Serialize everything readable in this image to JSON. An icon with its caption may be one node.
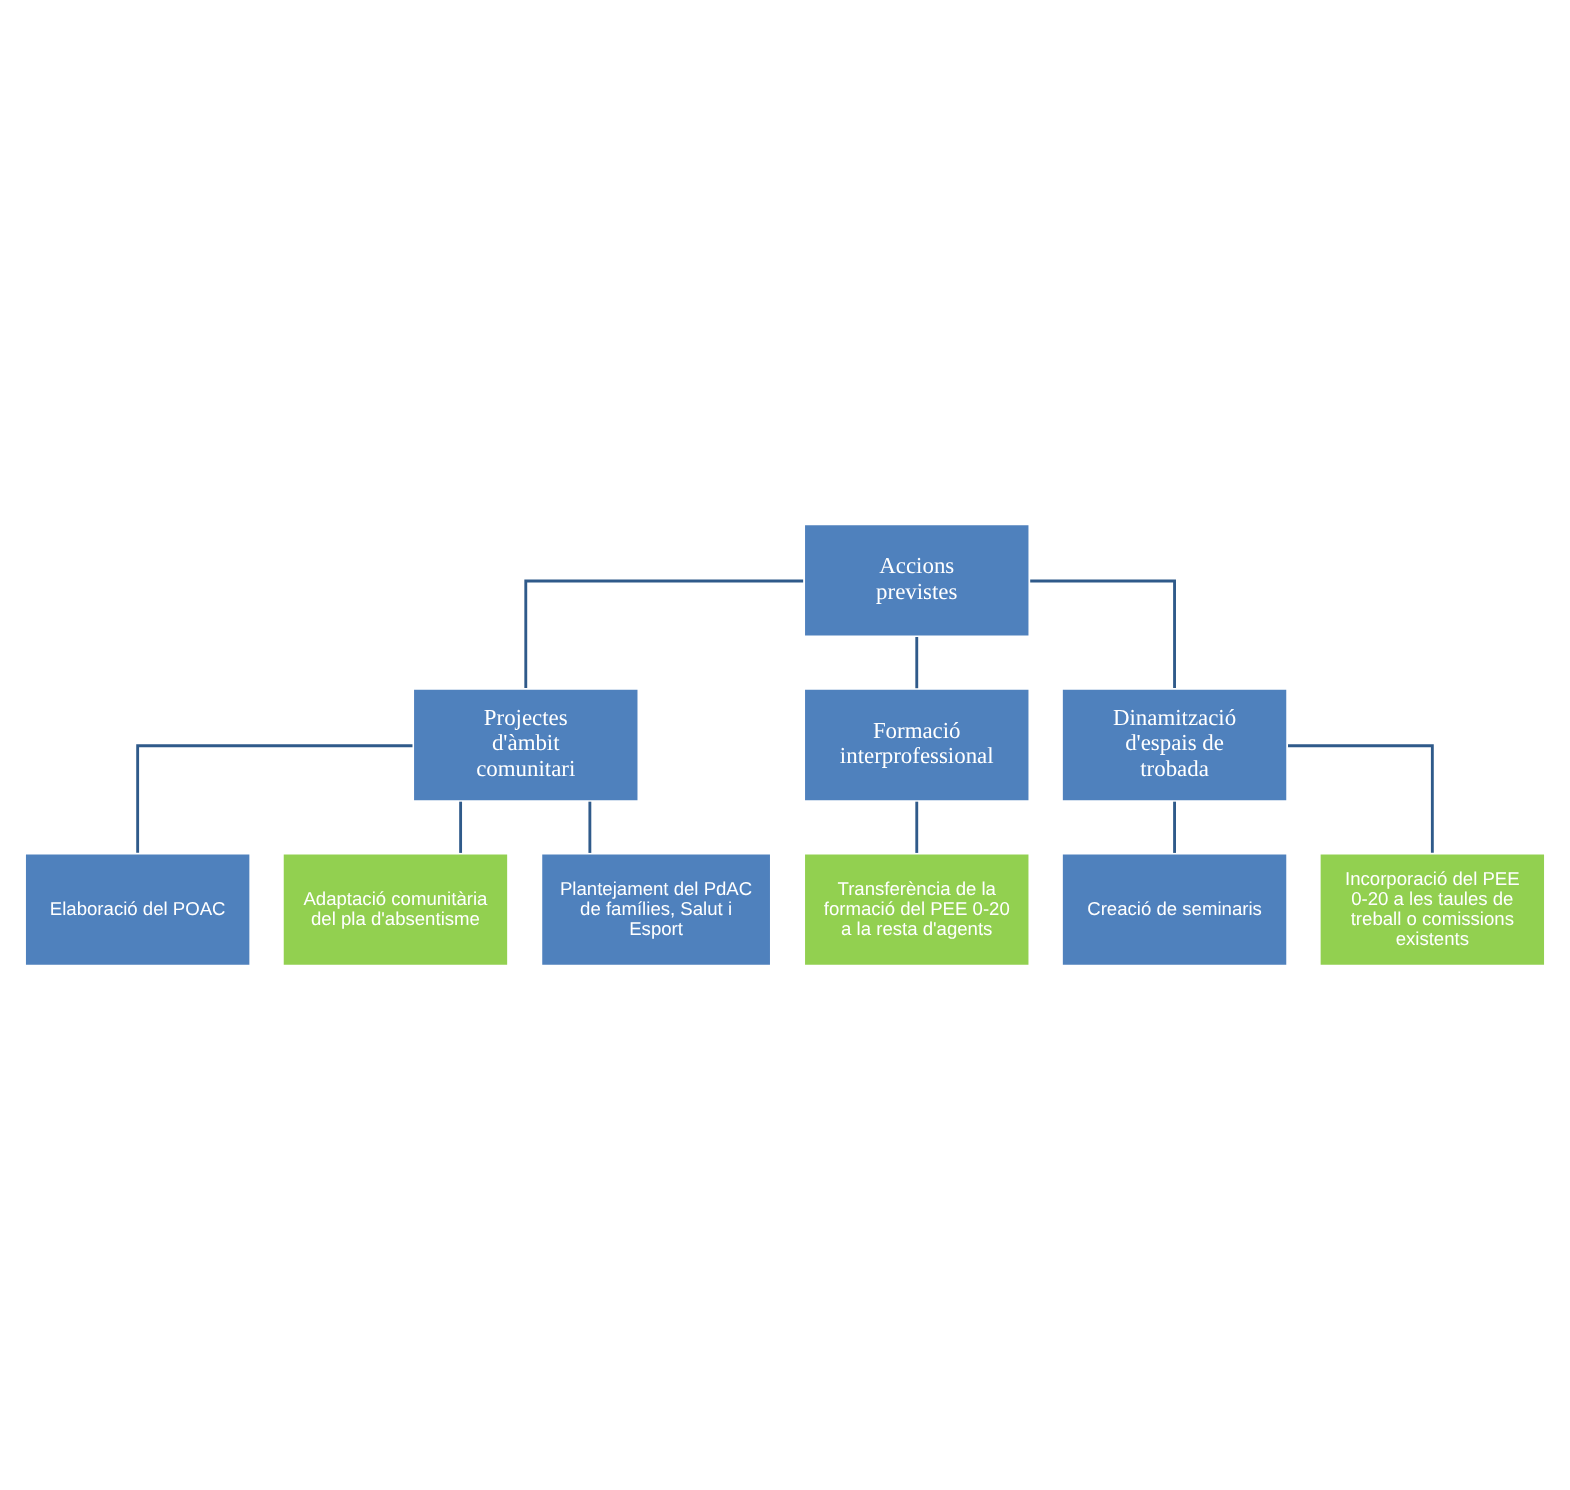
{
  "diagram": {
    "nodes": [
      {
        "text": [
          "Accions previstes"
        ]
      },
      {
        "text": [
          "Projectes d'àmbit comunitari"
        ]
      },
      {
        "text": [
          "Formació interprofessional"
        ]
      },
      {
        "text": [
          "Dinamització d'espais de trobada"
        ]
      },
      {
        "text": [
          "Elaboració del POAC"
        ]
      },
      {
        "text": [
          "Adaptació comunitària del pla d'absentisme"
        ]
      },
      {
        "text": [
          "Plantejament del PdAC de famílies, Salut i Esport"
        ]
      },
      {
        "text": [
          "Transferència de la formació del PEE 0-20 a la resta d'agents"
        ]
      },
      {
        "text": [
          "Creació de seminaris"
        ]
      },
      {
        "text": [
          "Incorporació del PEE 0-20 a les taules de treball o comissions existents"
        ]
      }
    ],
    "edges": [
      {
        "from": 0,
        "to": 1,
        "arrow": "none"
      },
      {
        "from": 0,
        "to": 2,
        "arrow": "none"
      },
      {
        "from": 0,
        "to": 3,
        "arrow": "none"
      },
      {
        "from": 1,
        "to": 4,
        "arrow": "none"
      },
      {
        "from": 1,
        "to": 5,
        "arrow": "none"
      },
      {
        "from": 1,
        "to": 6,
        "arrow": "none"
      },
      {
        "from": 2,
        "to": 7,
        "arrow": "none"
      },
      {
        "from": 3,
        "to": 8,
        "arrow": "none"
      },
      {
        "from": 3,
        "to": 9,
        "arrow": "none"
      }
    ]
  }
}
